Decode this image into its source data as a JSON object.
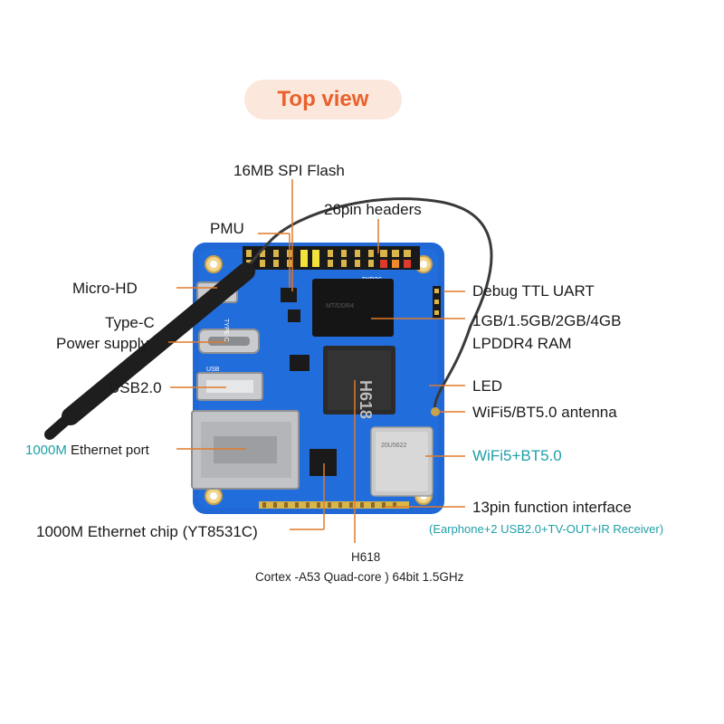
{
  "title": "Top view",
  "labels": {
    "spi_flash": "16MB SPI Flash",
    "headers": "26pin headers",
    "pmu": "PMU",
    "micro_hd": "Micro-HD",
    "type_c_line1": "Type-C",
    "type_c_line2": "Power supply",
    "usb": "USB2.0",
    "eth_speed": "1000M",
    "eth_port": " Ethernet port",
    "eth_chip": "1000M Ethernet chip (YT8531C)",
    "debug": "Debug TTL UART",
    "ram_line1": "1GB/1.5GB/2GB/4GB",
    "ram_line2": "LPDDR4 RAM",
    "led": "LED",
    "antenna": "WiFi5/BT5.0 antenna",
    "wifi": "WiFi5+BT5.0",
    "func13": "13pin function interface",
    "func13_detail": "(Earphone+2 USB2.0+TV-OUT+IR Receiver)",
    "soc_name": "H618",
    "soc_desc": "Cortex -A53 Quad-core ) 64bit 1.5GHz"
  },
  "board_text": {
    "soc_chip": "H618",
    "wifi_chip": "20U5622",
    "ram_chip": "MT/DDR4",
    "header_mark": "DIP26",
    "port_usb": "USB",
    "port_typec": "TYPE-C"
  },
  "colors": {
    "accent": "#e8612a",
    "title_bg": "#fbe7dc",
    "teal": "#1f9fa8",
    "board": "#1f68d6",
    "leader": "#e07a2a"
  }
}
